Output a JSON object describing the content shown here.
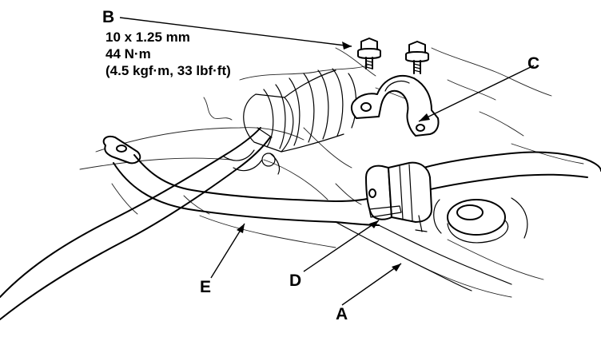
{
  "callouts": {
    "a": "A",
    "b": "B",
    "c": "C",
    "d": "D",
    "e": "E"
  },
  "bolt_spec": {
    "thread": "10 x 1.25 mm",
    "torque_nm": "44 N·m",
    "torque_alt": "(4.5 kgf·m, 33 lbf·ft)"
  },
  "colors": {
    "ink": "#000000",
    "background": "#ffffff"
  }
}
